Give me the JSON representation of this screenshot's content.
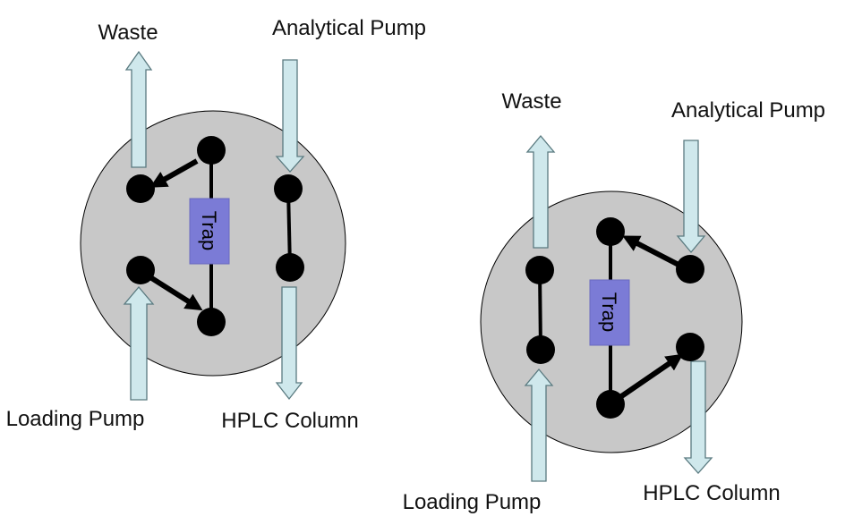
{
  "colors": {
    "valve_fill": "#c8c8c8",
    "trap_fill": "#7b7bd6",
    "arrow_fill": "#cfe8ec",
    "arrow_stroke": "#5a7a80",
    "port_fill": "#000000"
  },
  "left_valve": {
    "waste_label": "Waste",
    "analytical_pump_label": "Analytical Pump",
    "loading_pump_label": "Loading Pump",
    "hplc_column_label": "HPLC Column",
    "trap_label": "Trap"
  },
  "right_valve": {
    "waste_label": "Waste",
    "analytical_pump_label": "Analytical Pump",
    "loading_pump_label": "Loading Pump",
    "hplc_column_label": "HPLC Column",
    "trap_label": "Trap"
  }
}
